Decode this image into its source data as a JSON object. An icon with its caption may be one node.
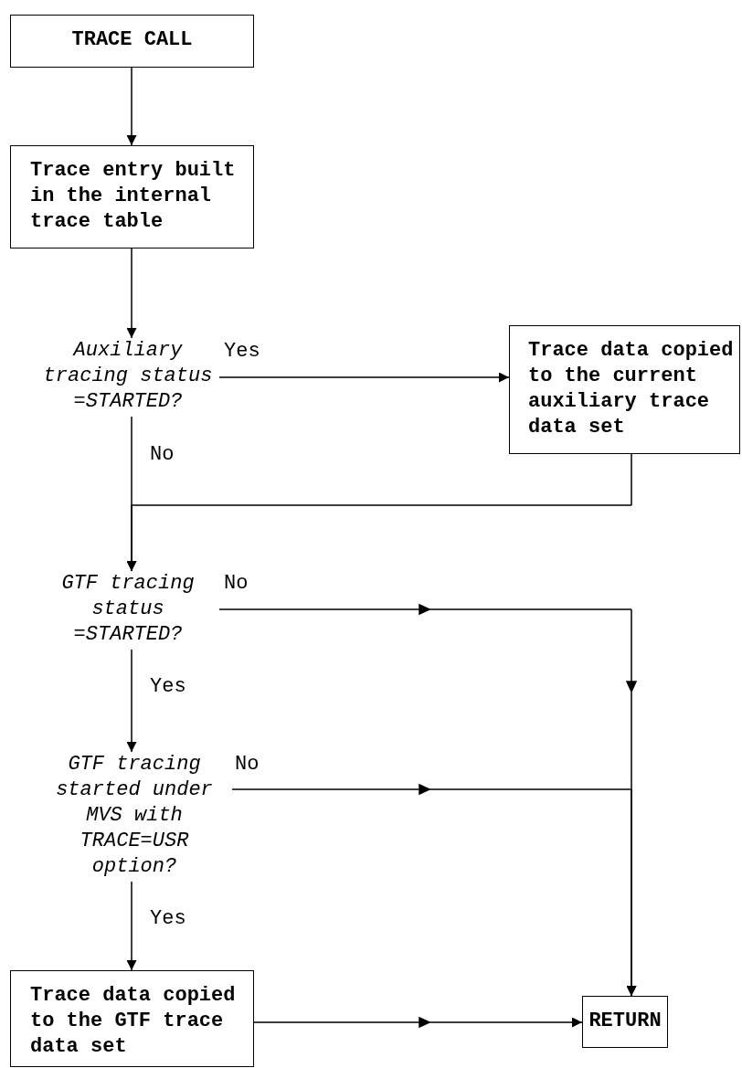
{
  "diagram": {
    "nodes": [
      {
        "text": [
          "TRACE CALL"
        ]
      },
      {
        "text": [
          "Trace entry built in the internal trace table"
        ]
      },
      {
        "text": [
          "Auxiliary tracing status =STARTED?"
        ]
      },
      {
        "text": [
          "Trace data copied to the current auxiliary trace data set"
        ]
      },
      {
        "text": [
          "GTF tracing status =STARTED?"
        ]
      },
      {
        "text": [
          "GTF tracing started under MVS with TRACE=USR option?"
        ]
      },
      {
        "text": [
          "Trace data copied to the GTF trace data set"
        ]
      },
      {
        "text": [
          "RETURN"
        ]
      }
    ],
    "edges": [
      {
        "from": 0,
        "to": 1,
        "arrow": "to"
      },
      {
        "from": 1,
        "to": 2,
        "arrow": "to"
      },
      {
        "from": 2,
        "to": 3,
        "arrow": "to",
        "label": "Yes"
      },
      {
        "from": 2,
        "to": 4,
        "arrow": "to",
        "label": "No"
      },
      {
        "from": 3,
        "to": 4,
        "arrow": "to"
      },
      {
        "from": 4,
        "to": 7,
        "arrow": "to",
        "label": "No"
      },
      {
        "from": 4,
        "to": 5,
        "arrow": "to",
        "label": "Yes"
      },
      {
        "from": 5,
        "to": 7,
        "arrow": "to",
        "label": "No"
      },
      {
        "from": 5,
        "to": 6,
        "arrow": "to",
        "label": "Yes"
      },
      {
        "from": 6,
        "to": 7,
        "arrow": "to"
      }
    ]
  }
}
